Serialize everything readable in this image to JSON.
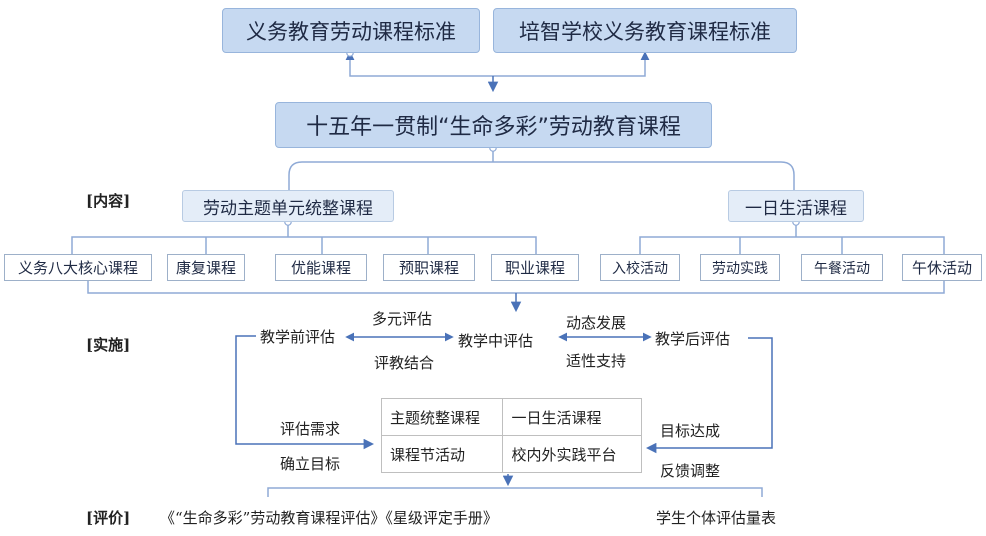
{
  "top_sources": [
    "义务教育劳动课程标准",
    "培智学校义务教育课程标准"
  ],
  "main_course": "十五年一贯制“生命多彩”劳动教育课程",
  "section_labels": {
    "content": "[内容]",
    "implementation": "[实施]",
    "evaluation": "[评价]"
  },
  "branches": {
    "left": {
      "title": "劳动主题单元统整课程",
      "items": [
        "义务八大核心课程",
        "康复课程",
        "优能课程",
        "预职课程",
        "职业课程"
      ]
    },
    "right": {
      "title": "一日生活课程",
      "items": [
        "入校活动",
        "劳动实践",
        "午餐活动",
        "午休活动"
      ]
    }
  },
  "implementation": {
    "stages": [
      "教学前评估",
      "教学中评估",
      "教学后评估"
    ],
    "links": {
      "pre_mid_top": "多元评估",
      "pre_mid_bottom": "评教结合",
      "mid_post_top": "动态发展",
      "mid_post_bottom": "适性支持"
    },
    "left_loop": [
      "评估需求",
      "确立目标"
    ],
    "right_loop": [
      "目标达成",
      "反馈调整"
    ],
    "matrix": [
      [
        "主题统整课程",
        "一日生活课程"
      ],
      [
        "课程节活动",
        "校内外实践平台"
      ]
    ]
  },
  "evaluation_items": [
    "《“生命多彩”劳动教育课程评估》《星级评定手册》",
    "学生个体评估量表"
  ],
  "colors": {
    "box_fill": "#c6d9f1",
    "box_border": "#98b5dc",
    "line": "#8faad6",
    "arrow": "#4a72b8"
  }
}
